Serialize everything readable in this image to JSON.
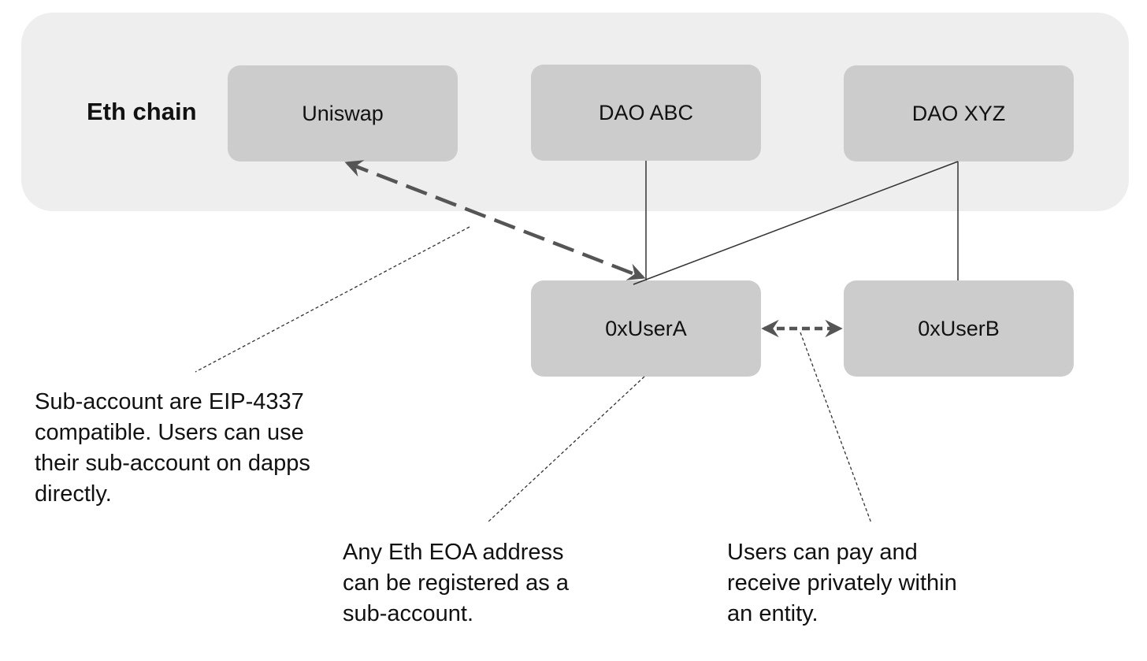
{
  "chain": {
    "label": "Eth chain"
  },
  "nodes": {
    "uniswap": "Uniswap",
    "dao_abc": "DAO ABC",
    "dao_xyz": "DAO XYZ",
    "user_a": "0xUserA",
    "user_b": "0xUserB"
  },
  "notes": {
    "sub_account": [
      "Sub-account are EIP-4337",
      "compatible. Users can use",
      "their sub-account on dapps",
      "directly."
    ],
    "eoa": [
      "Any Eth EOA address",
      "can be registered as a",
      "sub-account."
    ],
    "private": [
      "Users can pay and",
      "receive privately within",
      "an entity."
    ]
  },
  "colors": {
    "chain_bg": "#eeeeee",
    "node_bg": "#cccccc",
    "arrow": "#555555",
    "line": "#333333"
  }
}
